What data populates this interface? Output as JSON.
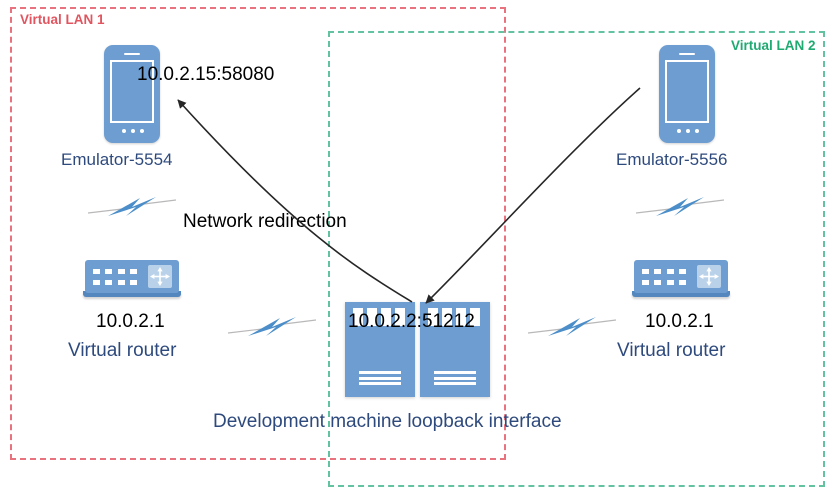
{
  "diagram": {
    "title": "Android emulator network redirection diagram",
    "background": "#ffffff",
    "colors": {
      "lan1_border": "#e8737f",
      "lan1_label": "#e0555f",
      "lan2_border": "#63c2a0",
      "lan2_label": "#1faa72",
      "device_blue": "#6d9dd1",
      "label_navy": "#2e4a7d",
      "ip_black": "#000000",
      "arrow_black": "#262626"
    }
  },
  "zones": {
    "lan1": {
      "label": "Virtual LAN 1"
    },
    "lan2": {
      "label": "Virtual LAN 2"
    }
  },
  "nodes": {
    "emulator_left": {
      "icon": "smartphone-icon",
      "name": "Emulator-5554",
      "address": "10.0.2.15:58080"
    },
    "emulator_right": {
      "icon": "smartphone-icon",
      "name": "Emulator-5556"
    },
    "router_left": {
      "icon": "router-icon",
      "address": "10.0.2.1",
      "name": "Virtual router"
    },
    "router_right": {
      "icon": "router-icon",
      "address": "10.0.2.1",
      "name": "Virtual router"
    },
    "loopback": {
      "icon": "server-icon",
      "address": "10.0.2.2:51212",
      "caption": "Development machine loopback interface"
    }
  },
  "annotations": {
    "redirection": "Network redirection"
  },
  "links": {
    "bolt_icon": "network-link-bolt-icon",
    "count": 4
  }
}
